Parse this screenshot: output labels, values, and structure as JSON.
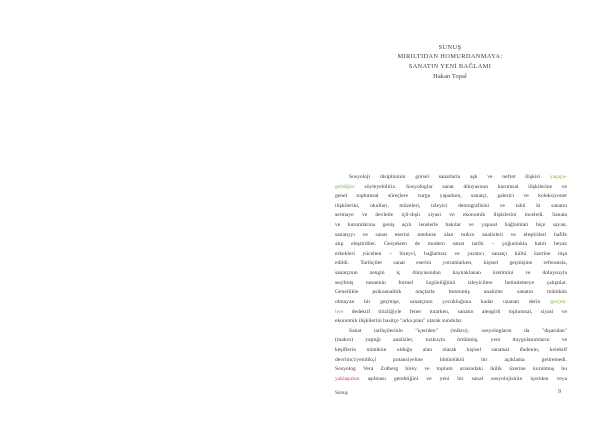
{
  "header": {
    "section": "SUNUŞ",
    "title_line1": "MIRILTIDAN HOMURDANMAYA:",
    "title_line2": "SANATIN YENİ BAĞLAMI",
    "author": "Hakan Topal"
  },
  "body": {
    "lines": [
      {
        "indent": true,
        "parts": [
          {
            "t": "Sosyoloji disiplininin görsel sanatlarla aşk ve nefret ilişkisi "
          },
          {
            "t": "yaşaya-",
            "c": "green"
          }
        ]
      },
      {
        "parts": [
          {
            "t": "geldiğini",
            "c": "green"
          },
          {
            "t": " söyleyebiliriz. Sosyologlar sanat dünyasının kurumsal ilişkilerine ve"
          }
        ]
      },
      {
        "parts": [
          {
            "t": "genel toplumsal süreçlere vurgu yaparken, sanatçı, galerici ve koleksiyoner"
          }
        ]
      },
      {
        "parts": [
          {
            "t": "ilişkilerini, okulları, müzeleri, izleyici demografisini ve tabii ki sanatın"
          }
        ]
      },
      {
        "parts": [
          {
            "t": "sermaye ve devletle içli-dışlı siyasi ve ekonomik ilişkilerini inceledi. Sanata"
          }
        ]
      },
      {
        "parts": [
          {
            "t": "ve kurumlarına geniş açılı lenslerle bakılar ve yapısal bağlamları biçe sayan,"
          }
        ]
      },
      {
        "parts": [
          {
            "t": "sanatçıyı ve sanat eserini merkeze alan mikro analizleri ve eleştirileri hafife"
          }
        ]
      },
      {
        "parts": [
          {
            "t": "alıp eleştirdiler. Gerçekten de modern sanat tarihi – çoğunlukla batılı beyaz"
          }
        ]
      },
      {
        "parts": [
          {
            "t": "erkekleri yücelten – bireyci, bağlamsız ve yaratıcı sanatçı kültü üzerine inşa"
          }
        ]
      },
      {
        "parts": [
          {
            "t": "edildi. Tarihçiler sanat eserini yorumlarken, kişisel geçmişine referansla,"
          }
        ]
      },
      {
        "parts": [
          {
            "t": "sanatçının zengin iç dünyasından kaynaklanan üretimini ve dolayısıyla"
          }
        ]
      },
      {
        "parts": [
          {
            "t": "seçilmiş nesnenin formel özgünlüğünü izleyicilere betimlemeye çalıştılar."
          }
        ]
      },
      {
        "parts": [
          {
            "t": "Genellikle psikoanalitik araçlarla bezenmiş analizler sanatın mümkün"
          }
        ]
      },
      {
        "parts": [
          {
            "t": "olmayan bir geçmişe, sanatçının çocukluğuna kadar uzanan derin "
          },
          {
            "t": "gerçek-",
            "c": "green"
          }
        ]
      },
      {
        "parts": [
          {
            "t": "lere",
            "c": "green"
          },
          {
            "t": " dedektif titizliğiyle fener tutarken, sanatın alengirli toplumsal, siyasi ve"
          }
        ]
      },
      {
        "last": true,
        "parts": [
          {
            "t": "ekonomik ilişkilerini basitçe \"arka plan\" olarak sundular."
          }
        ]
      },
      {
        "indent": true,
        "parts": [
          {
            "t": "Sanat tarihçilerinin \"içeriden\" (mikro), sosyologların da \"dışarıdan\""
          }
        ]
      },
      {
        "parts": [
          {
            "t": "(makro) yaptığı analizler, tuzkuyla örtülmüş, yeni duygulanımların ve"
          }
        ]
      },
      {
        "parts": [
          {
            "t": "keşiflerin mümkün olduğu alan olarak kişisel sanatsal ifadenin, kolektif"
          }
        ]
      },
      {
        "parts": [
          {
            "t": "devrimci/yenilikçi potansiyeline bütünlüklü bir açıklama getiremedi."
          }
        ]
      },
      {
        "parts": [
          {
            "t": "Sosyolog Vera Zolberg birey ve toplum arasındaki ikilik üzerine kurulmuş bu"
          }
        ]
      },
      {
        "parts": [
          {
            "t": "yaklaşımın",
            "c": "pink"
          },
          {
            "t": " aşılması gerektiğini ve yeni bir sanat sosyolojisinin içeriden veya"
          }
        ]
      }
    ]
  },
  "footer": {
    "left": "Sunuş",
    "page_number": "9"
  },
  "colors": {
    "highlight_green": "#7ab648",
    "highlight_pink": "#d6307a"
  }
}
